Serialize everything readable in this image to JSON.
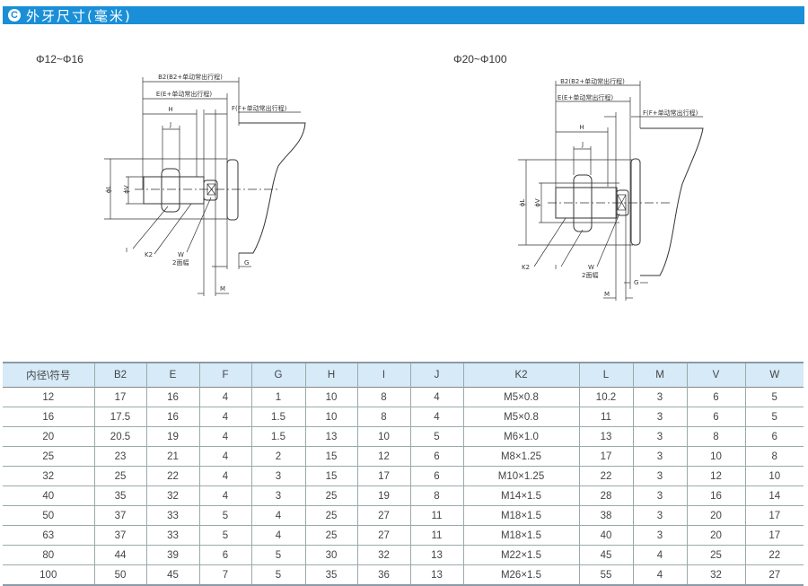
{
  "header": {
    "badge": "C",
    "title": "外牙尺寸(毫米)",
    "accent_color": "#1a8fd8"
  },
  "diagrams": [
    {
      "title": "Φ12~Φ16",
      "labels": {
        "b2": "B2(B2+单动常出行程)",
        "e": "E(E+单动常出行程)",
        "f": "F(F+单动常出行程)",
        "h": "H",
        "j": "J",
        "l": "ϕL",
        "v": "ϕV",
        "i": "I",
        "k2": "K2",
        "w": "W",
        "w2": "2面幅",
        "g": "G",
        "m": "M"
      }
    },
    {
      "title": "Φ20~Φ100",
      "labels": {
        "b2": "B2(B2+单动常出行程)",
        "e": "E(E+单动常出行程)",
        "f": "F(F+单动常出行程)",
        "h": "H",
        "j": "J",
        "l": "ϕL",
        "v": "ϕV",
        "i": "I",
        "k2": "K2",
        "w": "W",
        "w2": "2面幅",
        "g": "G",
        "m": "M"
      }
    }
  ],
  "table": {
    "headers": [
      "内径\\符号",
      "B2",
      "E",
      "F",
      "G",
      "H",
      "I",
      "J",
      "K2",
      "L",
      "M",
      "V",
      "W"
    ],
    "rows": [
      [
        "12",
        "17",
        "16",
        "4",
        "1",
        "10",
        "8",
        "4",
        "M5×0.8",
        "10.2",
        "3",
        "6",
        "5"
      ],
      [
        "16",
        "17.5",
        "16",
        "4",
        "1.5",
        "10",
        "8",
        "4",
        "M5×0.8",
        "11",
        "3",
        "6",
        "5"
      ],
      [
        "20",
        "20.5",
        "19",
        "4",
        "1.5",
        "13",
        "10",
        "5",
        "M6×1.0",
        "13",
        "3",
        "8",
        "6"
      ],
      [
        "25",
        "23",
        "21",
        "4",
        "2",
        "15",
        "12",
        "6",
        "M8×1.25",
        "17",
        "3",
        "10",
        "8"
      ],
      [
        "32",
        "25",
        "22",
        "4",
        "3",
        "15",
        "17",
        "6",
        "M10×1.25",
        "22",
        "3",
        "12",
        "10"
      ],
      [
        "40",
        "35",
        "32",
        "4",
        "3",
        "25",
        "19",
        "8",
        "M14×1.5",
        "28",
        "3",
        "16",
        "14"
      ],
      [
        "50",
        "37",
        "33",
        "5",
        "4",
        "25",
        "27",
        "11",
        "M18×1.5",
        "38",
        "3",
        "20",
        "17"
      ],
      [
        "63",
        "37",
        "33",
        "5",
        "4",
        "25",
        "27",
        "11",
        "M18×1.5",
        "40",
        "3",
        "20",
        "17"
      ],
      [
        "80",
        "44",
        "39",
        "6",
        "5",
        "30",
        "32",
        "13",
        "M22×1.5",
        "45",
        "4",
        "25",
        "22"
      ],
      [
        "100",
        "50",
        "45",
        "7",
        "5",
        "35",
        "36",
        "13",
        "M26×1.5",
        "55",
        "4",
        "32",
        "27"
      ]
    ]
  }
}
